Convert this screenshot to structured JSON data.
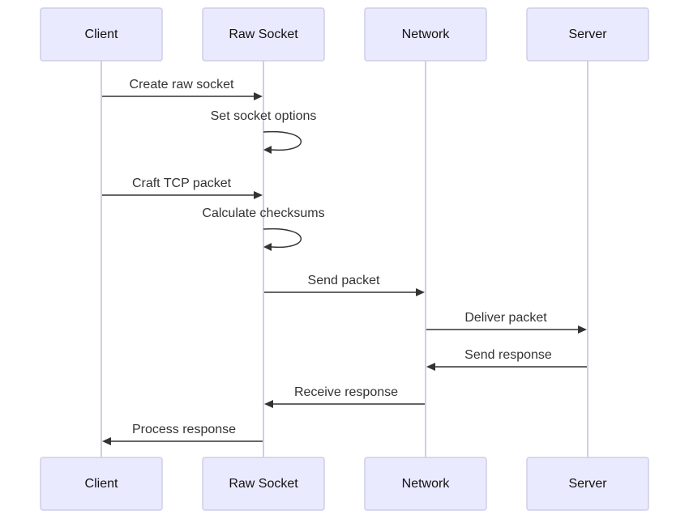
{
  "participants": [
    {
      "id": "client",
      "label": "Client"
    },
    {
      "id": "rawsocket",
      "label": "Raw Socket"
    },
    {
      "id": "network",
      "label": "Network"
    },
    {
      "id": "server",
      "label": "Server"
    }
  ],
  "messages": [
    {
      "from": "client",
      "to": "rawsocket",
      "label": "Create raw socket"
    },
    {
      "from": "rawsocket",
      "to": "rawsocket",
      "label": "Set socket options"
    },
    {
      "from": "client",
      "to": "rawsocket",
      "label": "Craft TCP packet"
    },
    {
      "from": "rawsocket",
      "to": "rawsocket",
      "label": "Calculate checksums"
    },
    {
      "from": "rawsocket",
      "to": "network",
      "label": "Send packet"
    },
    {
      "from": "network",
      "to": "server",
      "label": "Deliver packet"
    },
    {
      "from": "server",
      "to": "network",
      "label": "Send response"
    },
    {
      "from": "network",
      "to": "rawsocket",
      "label": "Receive response"
    },
    {
      "from": "rawsocket",
      "to": "client",
      "label": "Process response"
    }
  ],
  "colors": {
    "actor_fill": "#eaeaff",
    "actor_border": "#cfcde8",
    "line": "#333333"
  }
}
